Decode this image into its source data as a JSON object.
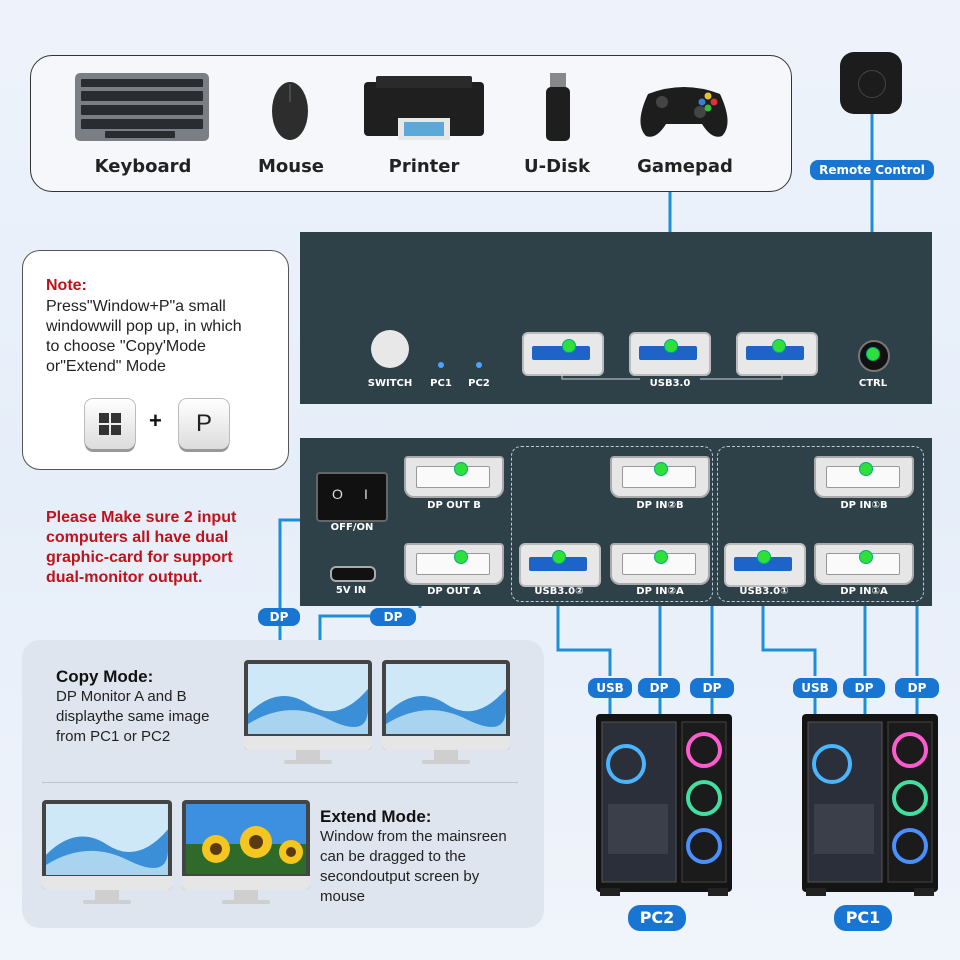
{
  "peripherals": {
    "keyboard_label": "Keyboard",
    "mouse_label": "Mouse",
    "printer_label": "Printer",
    "udisk_label": "U-Disk",
    "gamepad_label": "Gamepad"
  },
  "remote": {
    "label": "Remote Control"
  },
  "front_panel": {
    "switch_label": "SWITCH",
    "pc1_label": "PC1",
    "pc2_label": "PC2",
    "usb_label": "USB3.0",
    "ctrl_label": "CTRL"
  },
  "note": {
    "title": "Note:",
    "line1": "Press\"Window+P\"a small",
    "line2": "windowwill pop up, in which",
    "line3": "to choose \"Copy'Mode",
    "line4": "or\"Extend\" Mode",
    "key_plus": "+",
    "key_p": "P"
  },
  "warning": {
    "line1": "Please Make sure 2 input",
    "line2": "computers all have dual",
    "line3": "graphic-card for support",
    "line4": "dual-monitor output."
  },
  "back_panel": {
    "power_label_line1": "OFF/ON",
    "power_on_symbol": "O",
    "power_off_symbol": "I",
    "power_in_label": "5V IN",
    "dp_out_b": "DP OUT B",
    "dp_out_a": "DP OUT A",
    "usb_pc2": "USB3.0②",
    "dp_in2_b": "DP IN②B",
    "dp_in2_a": "DP IN②A",
    "usb_pc1": "USB3.0①",
    "dp_in1_b": "DP IN①B",
    "dp_in1_a": "DP IN①A"
  },
  "cable_tags": {
    "dp": "DP",
    "usb": "USB"
  },
  "copy_mode": {
    "title": "Copy Mode:",
    "line1": "DP Monitor A and B",
    "line2": "displaythe same image",
    "line3": "from PC1 or PC2"
  },
  "extend_mode": {
    "title": "Extend Mode:",
    "line1": "Window from the mainsreen",
    "line2": "can be dragged to the",
    "line3": "secondoutput screen by",
    "line4": "mouse"
  },
  "pcs": {
    "pc2_label": "PC2",
    "pc1_label": "PC1"
  },
  "colors": {
    "cable": "#1d8fd8",
    "accent": "#1876d2",
    "warning": "#c0121b",
    "device": "#2e4048",
    "port_dot": "#2fe03a"
  }
}
